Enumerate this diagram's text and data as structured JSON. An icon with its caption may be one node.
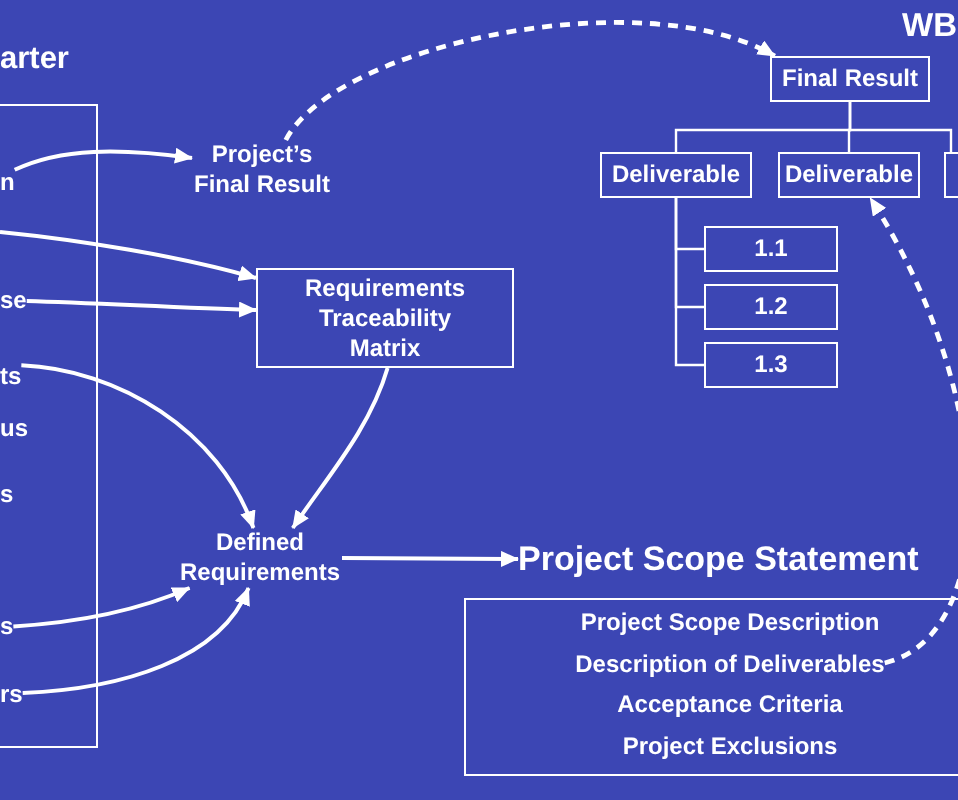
{
  "diagram": {
    "nodes": [
      {
        "text": [
          "arter"
        ]
      },
      {
        "text": [
          "n"
        ],
        "in": 0
      },
      {
        "text": [
          "se"
        ],
        "in": 0
      },
      {
        "text": [
          "ts"
        ],
        "in": 0
      },
      {
        "text": [
          "us"
        ],
        "in": 0
      },
      {
        "text": [
          "s"
        ],
        "in": 0
      },
      {
        "text": [
          "s"
        ],
        "in": 0
      },
      {
        "text": [
          "rs"
        ],
        "in": 0
      },
      {
        "text": [
          "Project’s Final Result"
        ]
      },
      {
        "text": [
          "Requirements Traceability Matrix"
        ]
      },
      {
        "text": [
          "Defined Requirements"
        ]
      },
      {
        "text": [
          "Project Scope Statement"
        ]
      },
      {
        "text": [],
        "shape": "box"
      },
      {
        "text": [
          "Project Scope Description"
        ],
        "in": 12
      },
      {
        "text": [
          "Description of Deliverables"
        ],
        "in": 12
      },
      {
        "text": [
          "Acceptance Criteria"
        ],
        "in": 12
      },
      {
        "text": [
          "Project Exclusions"
        ],
        "in": 12
      },
      {
        "text": [
          "Final Result"
        ]
      },
      {
        "text": [
          "Deliverable"
        ]
      },
      {
        "text": [
          "Deliverable"
        ]
      },
      {
        "text": [],
        "shape": "box"
      },
      {
        "text": [
          "1.1"
        ]
      },
      {
        "text": [
          "1.2"
        ]
      },
      {
        "text": [
          "1.3"
        ]
      }
    ],
    "edges": [
      {
        "from": 1,
        "to": 8,
        "arrow": "to"
      },
      {
        "from": 0,
        "to": 9,
        "arrow": "to"
      },
      {
        "from": 2,
        "to": 9,
        "arrow": "to"
      },
      {
        "from": 3,
        "to": 10,
        "arrow": "to"
      },
      {
        "from": 9,
        "to": 10,
        "arrow": "to"
      },
      {
        "from": 6,
        "to": 10,
        "arrow": "to"
      },
      {
        "from": 7,
        "to": 10,
        "arrow": "to"
      },
      {
        "from": 10,
        "to": 11,
        "arrow": "to"
      },
      {
        "from": 8,
        "to": 17,
        "arrow": "to",
        "style": "dashed"
      },
      {
        "from": 14,
        "to": 19,
        "arrow": "to",
        "style": "dashed"
      },
      {
        "from": 17,
        "to": 18,
        "arrow": "none"
      },
      {
        "from": 17,
        "to": 19,
        "arrow": "none"
      },
      {
        "from": 17,
        "to": 20,
        "arrow": "none"
      },
      {
        "from": 18,
        "to": 21,
        "arrow": "none"
      },
      {
        "from": 18,
        "to": 22,
        "arrow": "none"
      },
      {
        "from": 18,
        "to": 23,
        "arrow": "none"
      }
    ],
    "labels": [
      "WB"
    ]
  }
}
